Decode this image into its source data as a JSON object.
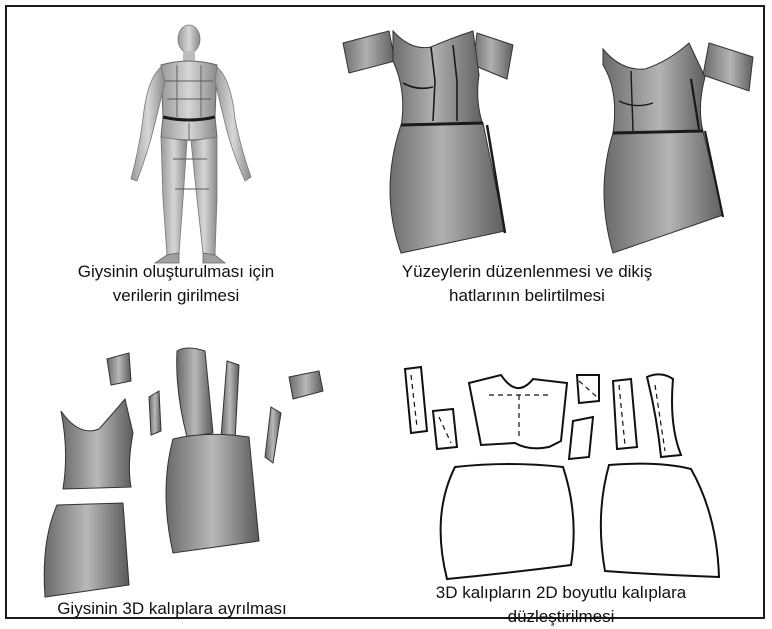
{
  "figure": {
    "captions": {
      "step1": {
        "line1": "Giysinin oluşturulması için",
        "line2": "verilerin girilmesi"
      },
      "step2": {
        "line1": "Yüzeylerin düzenlenmesi ve dikiş",
        "line2": "hatlarının belirtilmesi"
      },
      "step3": {
        "line1": "Giysinin 3D kalıplara ayrılması"
      },
      "step4": {
        "line1": "3D kalıpların 2D boyutlu kalıplara",
        "line2": "düzleştirilmesi"
      }
    },
    "colors": {
      "surface": "#8c8c8c",
      "surface_light": "#c8c8c8",
      "seam": "#1a1a1a",
      "mannequin": "#b5b5b5",
      "outline": "#111111"
    }
  }
}
